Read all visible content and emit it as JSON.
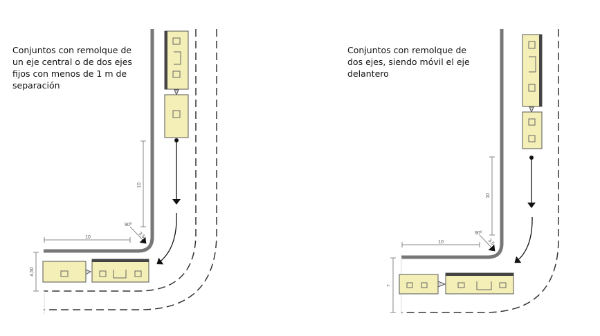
{
  "left_panel": {
    "caption_lines": [
      "Conjuntos con remolque de",
      "un eje central o de dos ejes",
      "fijos con menos de 1 m de",
      "separación"
    ],
    "dim_vertical": "10",
    "dim_horizontal": "10",
    "angle": "90º",
    "radius": "3,5",
    "width": "4,50"
  },
  "right_panel": {
    "caption_lines": [
      "Conjuntos con remolque de",
      "dos ejes, siendo móvil el eje",
      "delantero"
    ],
    "dim_vertical": "10",
    "dim_horizontal": "10",
    "angle": "90º",
    "radius": "3,5",
    "width": "7"
  },
  "colors": {
    "vehicle": "#f4efb6",
    "curb": "#777777"
  }
}
